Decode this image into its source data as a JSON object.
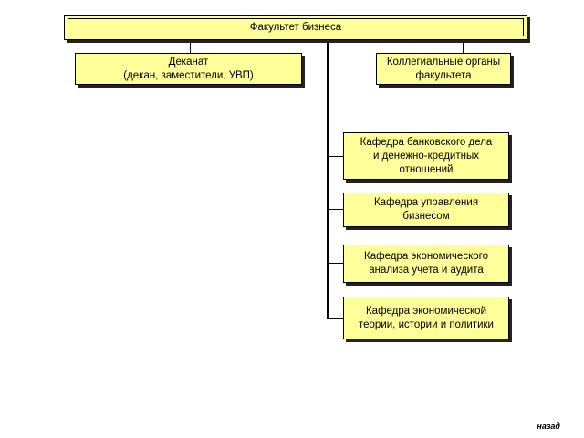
{
  "chart": {
    "root": "Факультет бизнеса",
    "dean_office": "Деканат\n(декан, заместители, УВП)",
    "collegial": "Коллегиальные органы\nфакультета",
    "departments": [
      "Кафедра банковского дела\nи денежно-кредитных\nотношений",
      "Кафедра управления\nбизнесом",
      "Кафедра экономического\nанализа учета и аудита",
      "Кафедра экономической\nтеории, истории и политики"
    ]
  },
  "nav": {
    "back_label": "назад"
  },
  "colors": {
    "box_fill": "#ffff99",
    "border": "#000000"
  }
}
